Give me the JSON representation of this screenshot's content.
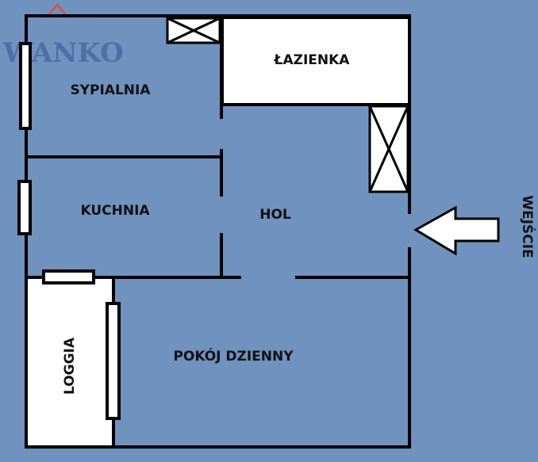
{
  "logo": {
    "text": "WANKO",
    "color": "#4a68a3"
  },
  "rooms": {
    "bedroom": "SYPIALNIA",
    "bathroom": "ŁAZIENKA",
    "kitchen": "KUCHNIA",
    "hall": "HOL",
    "living_room": "POKÓJ DZIENNY",
    "loggia": "LOGGIA"
  },
  "entrance": {
    "label": "WEJŚCIE",
    "icon": "arrow-left-icon"
  },
  "colors": {
    "background": "#7092be",
    "walls": "#000000",
    "white_areas": "#ffffff"
  }
}
